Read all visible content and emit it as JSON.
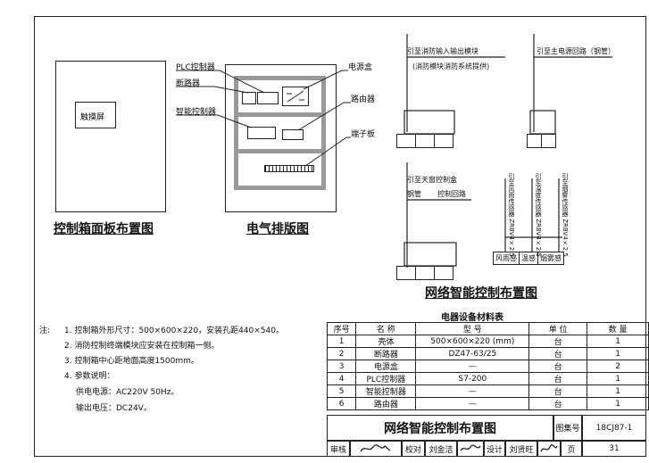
{
  "panel_layout": {
    "touchscreen_label": "触摸屏",
    "caption": "控制箱面板布置图"
  },
  "electrical_layout": {
    "labels": {
      "plc": "PLC控制器",
      "breaker": "断路器",
      "smart_controller": "智能控制器",
      "power_box": "电源盒",
      "router": "路由器",
      "terminal_board": "端子板"
    },
    "caption": "电气排版图"
  },
  "network_diagram": {
    "fire_link_line1": "引至消防输入输出模块",
    "fire_link_line2": "(消防模块消防系统提供)",
    "power_link": "引至主电源回路（钢管）",
    "window_link": "引至天窗控制盒",
    "window_link_pipe": "钢管",
    "window_link_loop": "控制回路",
    "sensor_rain_cable": "引至风雨传感器 ZRBV4×2.5",
    "sensor_temp_cable": "引至温度传感器 ZRBV4×2.5",
    "sensor_smoke_cable": "引至烟雾传感器 ZRBV4×2.5",
    "sensors": [
      "风雨感",
      "温感",
      "烟雾感"
    ],
    "caption": "网络智能控制布置图"
  },
  "notes": {
    "prefix": "注:",
    "items": [
      "1. 控制箱外形尺寸：500×600×220，安装孔距440×540。",
      "2. 消防控制终端模块应安装在控制箱一侧。",
      "3. 控制箱中心距地面高度1500mm。",
      "4. 参数说明：",
      "供电电源：AC220V 50Hz。",
      "输出电压：DC24V。"
    ]
  },
  "bom": {
    "title": "电器设备材料表",
    "headers": [
      "序号",
      "名 称",
      "型 号",
      "单 位",
      "数 量"
    ],
    "rows": [
      [
        "1",
        "壳体",
        "500×600×220 (mm)",
        "台",
        "1"
      ],
      [
        "2",
        "断路器",
        "DZ47-63/25",
        "台",
        "1"
      ],
      [
        "3",
        "电源盒",
        "—",
        "台",
        "2"
      ],
      [
        "4",
        "PLC控制器",
        "S7-200",
        "台",
        "1"
      ],
      [
        "5",
        "智能控制器",
        "—",
        "台",
        "1"
      ],
      [
        "6",
        "路由器",
        "—",
        "台",
        "1"
      ]
    ]
  },
  "title_block": {
    "title": "网络智能控制布置图",
    "atlas_label": "图集号",
    "atlas_no": "18CJ87-1",
    "review_label": "审核",
    "check_label": "校对",
    "check_name": "刘金洁",
    "design_label": "设计",
    "design_name": "刘贤旺",
    "page_label": "页",
    "page_no": "31"
  }
}
